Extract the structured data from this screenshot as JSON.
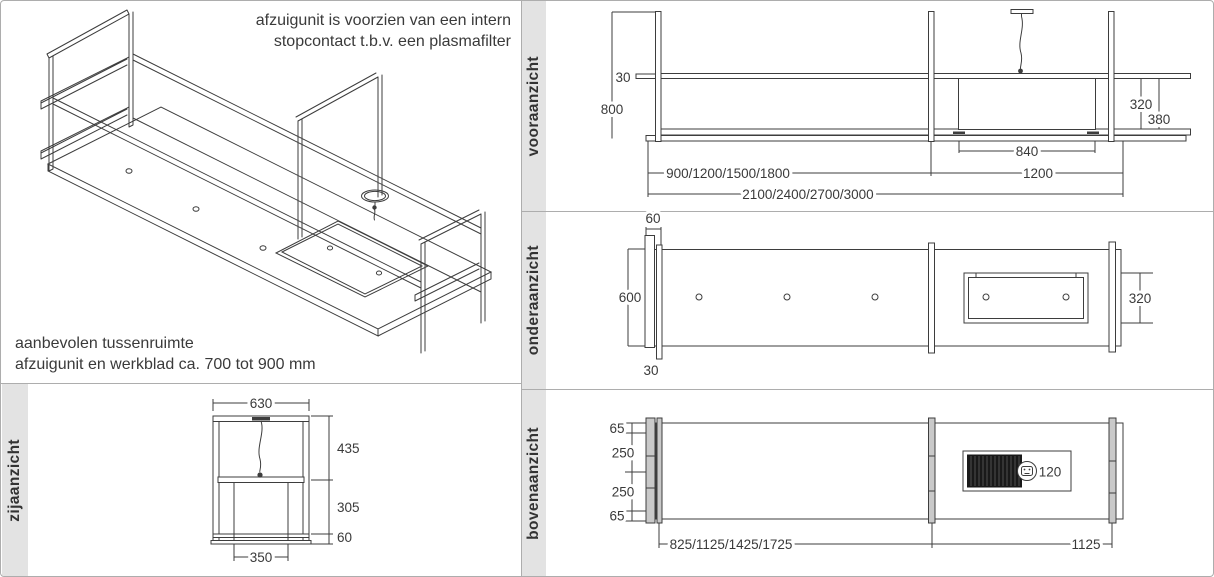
{
  "sheet": {
    "iso_notes": {
      "top_line1": "afzuigunit is voorzien van een intern",
      "top_line2": "stopcontact t.b.v. een plasmafilter",
      "bottom_line1": "aanbevolen tussenruimte",
      "bottom_line2": "afzuigunit en werkblad ca. 700 tot 900 mm"
    },
    "views": {
      "front": {
        "label": "vooraanzicht",
        "dims": {
          "rail_thickness": "30",
          "height": "800",
          "inner_height": "320",
          "total_height": "380",
          "filter_width": "840",
          "bay1_widths": "900/1200/1500/1800",
          "bay2_width": "1200",
          "total_widths": "2100/2400/2700/3000"
        }
      },
      "bottom": {
        "label": "onderaanzicht",
        "dims": {
          "bracket_width": "60",
          "depth": "600",
          "bracket_offset": "30",
          "filter_depth": "320"
        }
      },
      "side": {
        "label": "zijaanzicht",
        "dims": {
          "width": "630",
          "upper_height": "435",
          "lower_height": "305",
          "base_height": "60",
          "duct_width": "350"
        }
      },
      "top": {
        "label": "bovenaanzicht",
        "dims": {
          "edge_top": "65",
          "spacing1": "250",
          "spacing2": "250",
          "edge_bottom": "65",
          "socket_diameter": "120",
          "bay1_widths": "825/1125/1425/1725",
          "bay2_width": "1125"
        }
      }
    },
    "colors": {
      "line": "#3d3d3d",
      "text": "#3a3a3a",
      "strip_bg": "#e3e3e3",
      "border": "#adadad",
      "grille": "#191919"
    }
  }
}
